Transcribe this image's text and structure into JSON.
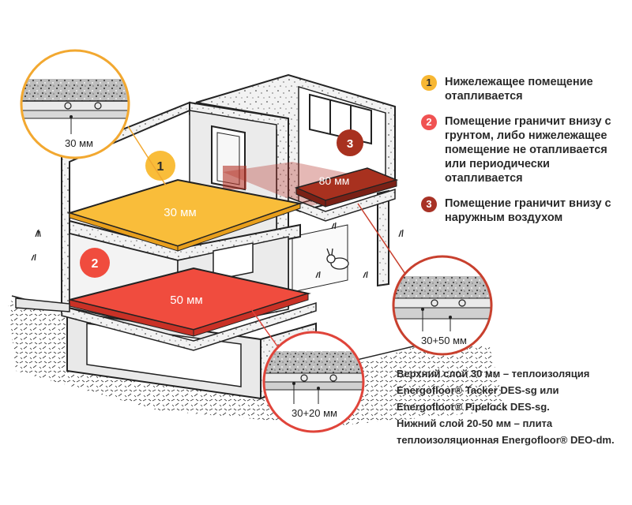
{
  "legend": [
    {
      "num": "1",
      "text": "Нижележащее помещение отапливается",
      "color": "#f7b733",
      "text_color": "#2a2a2a"
    },
    {
      "num": "2",
      "text": "Помещение граничит внизу с грунтом, либо нижележащее помещение не отапливается или периодически отапливается",
      "color": "#f05252",
      "text_color": "#ffffff"
    },
    {
      "num": "3",
      "text": "Помещение граничит внизу с наружным воздухом",
      "color": "#a83226",
      "text_color": "#ffffff"
    }
  ],
  "floors": {
    "top_label": "30 мм",
    "bottom_label": "50 мм",
    "right_label": "80 мм"
  },
  "markers": {
    "one": "1",
    "two": "2",
    "three": "3"
  },
  "details": {
    "top_left": "30 мм",
    "right": "30+50 мм",
    "bottom": "30+20 мм"
  },
  "caption": [
    "Верхний слой 30 мм – теплоизоляция",
    "Energofloor® Tacker DES-sg или",
    "Energofloor® Pipelock DES-sg.",
    "Нижний слой 20-50 мм – плита",
    "теплоизоляционная Energofloor® DEO-dm."
  ],
  "colors": {
    "yellow_floor": "#f9bd3a",
    "red_floor": "#f04c3e",
    "dark_floor": "#a8311f",
    "detail_ring_yellow": "#f2a830",
    "detail_ring_red": "#c8402e",
    "detail_ring_bottom": "#e0443a"
  }
}
